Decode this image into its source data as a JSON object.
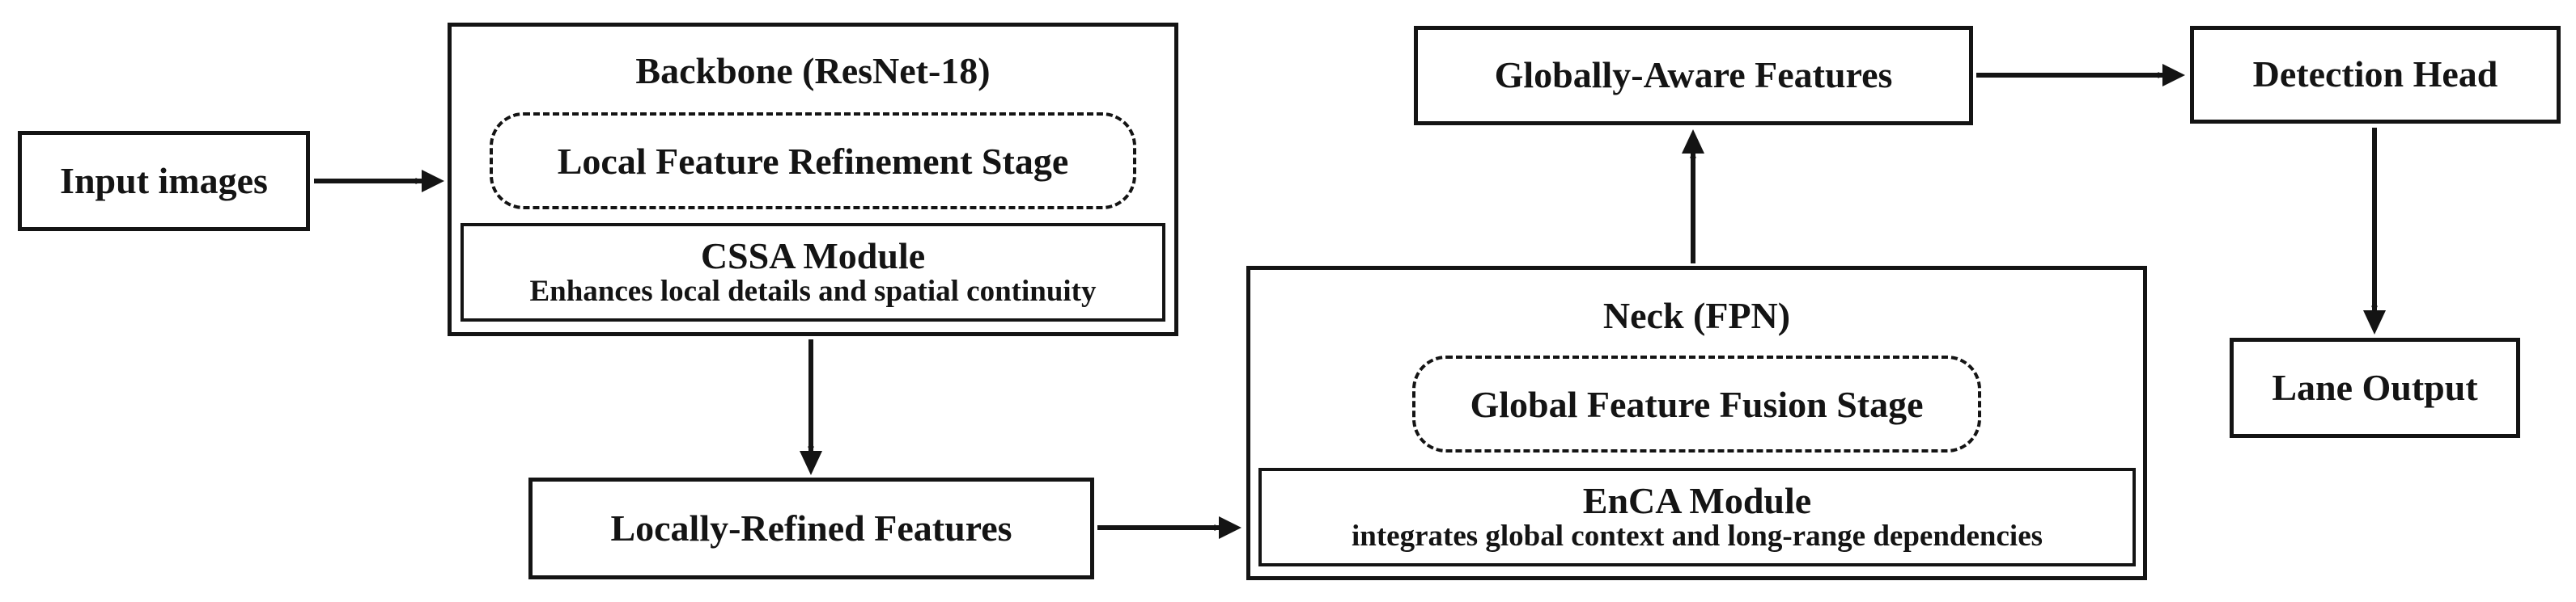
{
  "diagram": {
    "nodes": {
      "input": {
        "label": "Input images"
      },
      "backbone": {
        "title": "Backbone (ResNet-18)",
        "stage_label": "Local Feature Refinement Stage",
        "module_title": "CSSA Module",
        "module_desc": "Enhances local details and spatial continuity"
      },
      "locally_refined": {
        "label": "Locally-Refined Features"
      },
      "neck": {
        "title": "Neck (FPN)",
        "stage_label": "Global Feature Fusion Stage",
        "module_title": "EnCA Module",
        "module_desc": "integrates global context and long-range dependencies"
      },
      "globally_aware": {
        "label": "Globally-Aware Features"
      },
      "detection_head": {
        "label": "Detection Head"
      },
      "lane_output": {
        "label": "Lane Output"
      }
    },
    "colors": {
      "border": "#141414",
      "text": "#141414",
      "background": "#ffffff"
    }
  }
}
